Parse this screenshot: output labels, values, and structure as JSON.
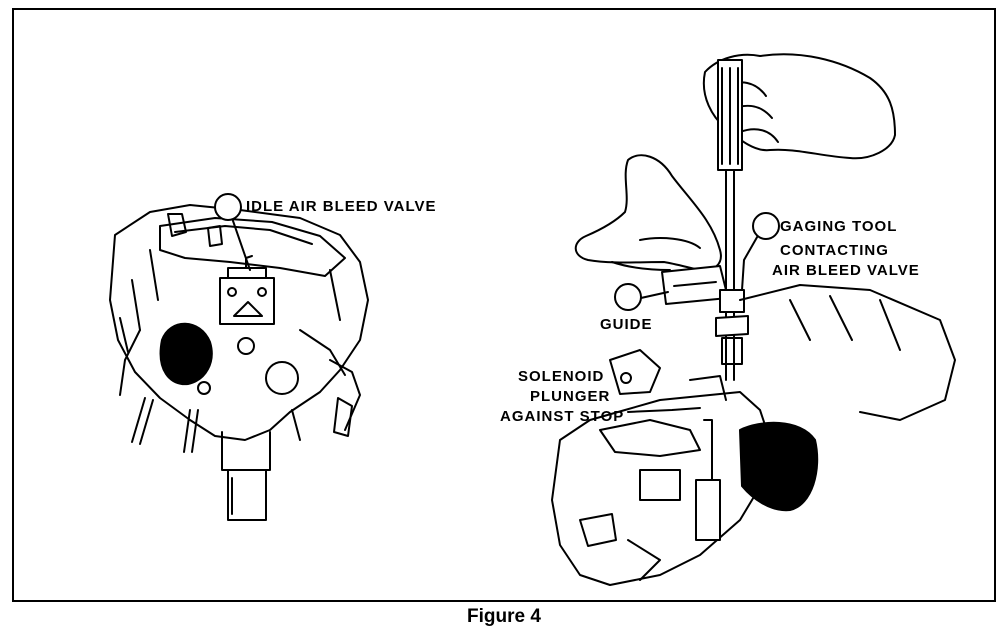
{
  "labels": {
    "idle_air_bleed_valve": "IDLE AIR BLEED VALVE",
    "gaging_tool_line1": "GAGING TOOL",
    "gaging_tool_line2": "CONTACTING",
    "gaging_tool_line3": "AIR BLEED VALVE",
    "guide": "GUIDE",
    "solenoid_line1": "SOLENOID",
    "solenoid_line2": "PLUNGER",
    "solenoid_line3": "AGAINST STOP"
  },
  "caption": "Figure 4"
}
